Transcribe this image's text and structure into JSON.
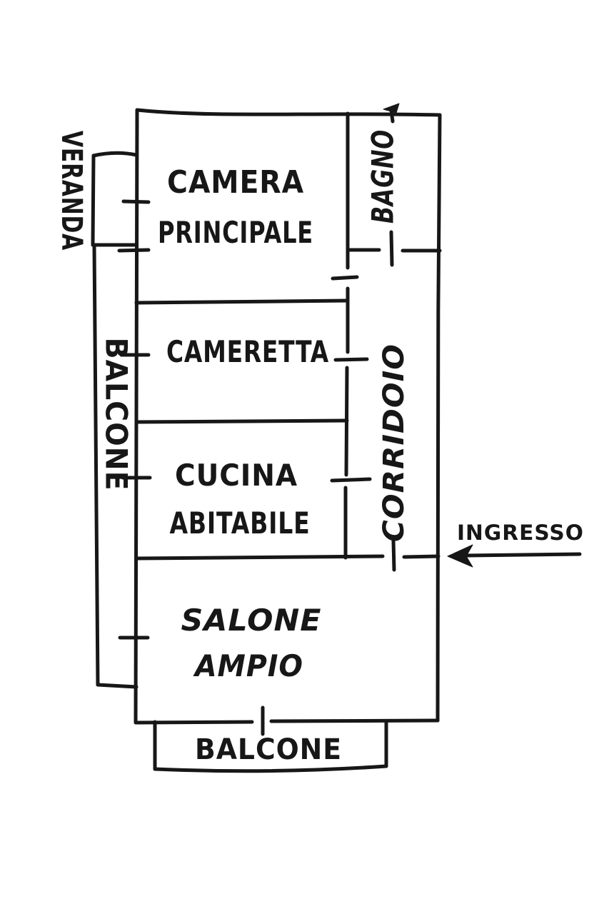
{
  "colors": {
    "ink": "#171717",
    "background": "#ffffff"
  },
  "rooms": {
    "camera_principale": {
      "line1": "CAMERA",
      "line2": "PRINCIPALE"
    },
    "bagno": {
      "label": "BAGNO"
    },
    "cameretta": {
      "label": "CAMERETTA"
    },
    "corridoio": {
      "label": "CORRIDOIO"
    },
    "cucina_abitabile": {
      "line1": "CUCINA",
      "line2": "ABITABILE"
    },
    "salone_ampio": {
      "line1": "SALONE",
      "line2": "AMPIO"
    },
    "veranda": {
      "label": "VERANDA"
    },
    "balcone_sinistra": {
      "label": "BALCONE"
    },
    "balcone_inferiore": {
      "label": "BALCONE"
    }
  },
  "annotations": {
    "ingresso_label": "INGRESSO",
    "ingresso_arrow_icon": "arrow-left",
    "wall_marker_icon": "arrow-left-small"
  }
}
